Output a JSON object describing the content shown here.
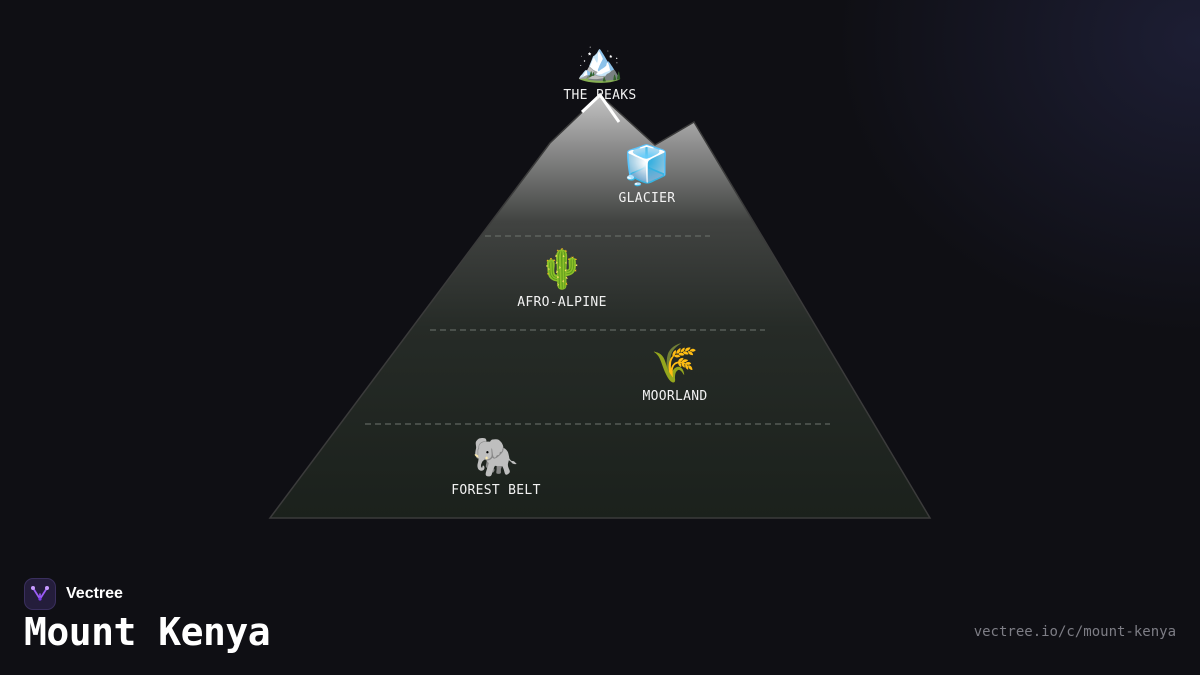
{
  "brand": {
    "name": "Vectree",
    "logo_icon": "vectree-logo-icon",
    "accent": "#9b5cf6"
  },
  "title": "Mount Kenya",
  "url": "vectree.io/c/mount-kenya",
  "zones": [
    {
      "id": "peaks",
      "label": "THE PEAKS",
      "emoji": "🏔️",
      "icon": "snow-capped-mountain-icon"
    },
    {
      "id": "glacier",
      "label": "GLACIER",
      "emoji": "🧊",
      "icon": "ice-cube-icon"
    },
    {
      "id": "afro-alpine",
      "label": "AFRO-ALPINE",
      "emoji": "🌵",
      "icon": "cactus-icon"
    },
    {
      "id": "moorland",
      "label": "MOORLAND",
      "emoji": "🌾",
      "icon": "sheaf-of-rice-icon"
    },
    {
      "id": "forest-belt",
      "label": "FOREST BELT",
      "emoji": "🐘",
      "icon": "elephant-icon"
    }
  ],
  "colors": {
    "background": "#0f0f14",
    "mountain_top": "#bdbdbd",
    "mountain_base": "#1b221c",
    "divider": "#6e746f"
  }
}
